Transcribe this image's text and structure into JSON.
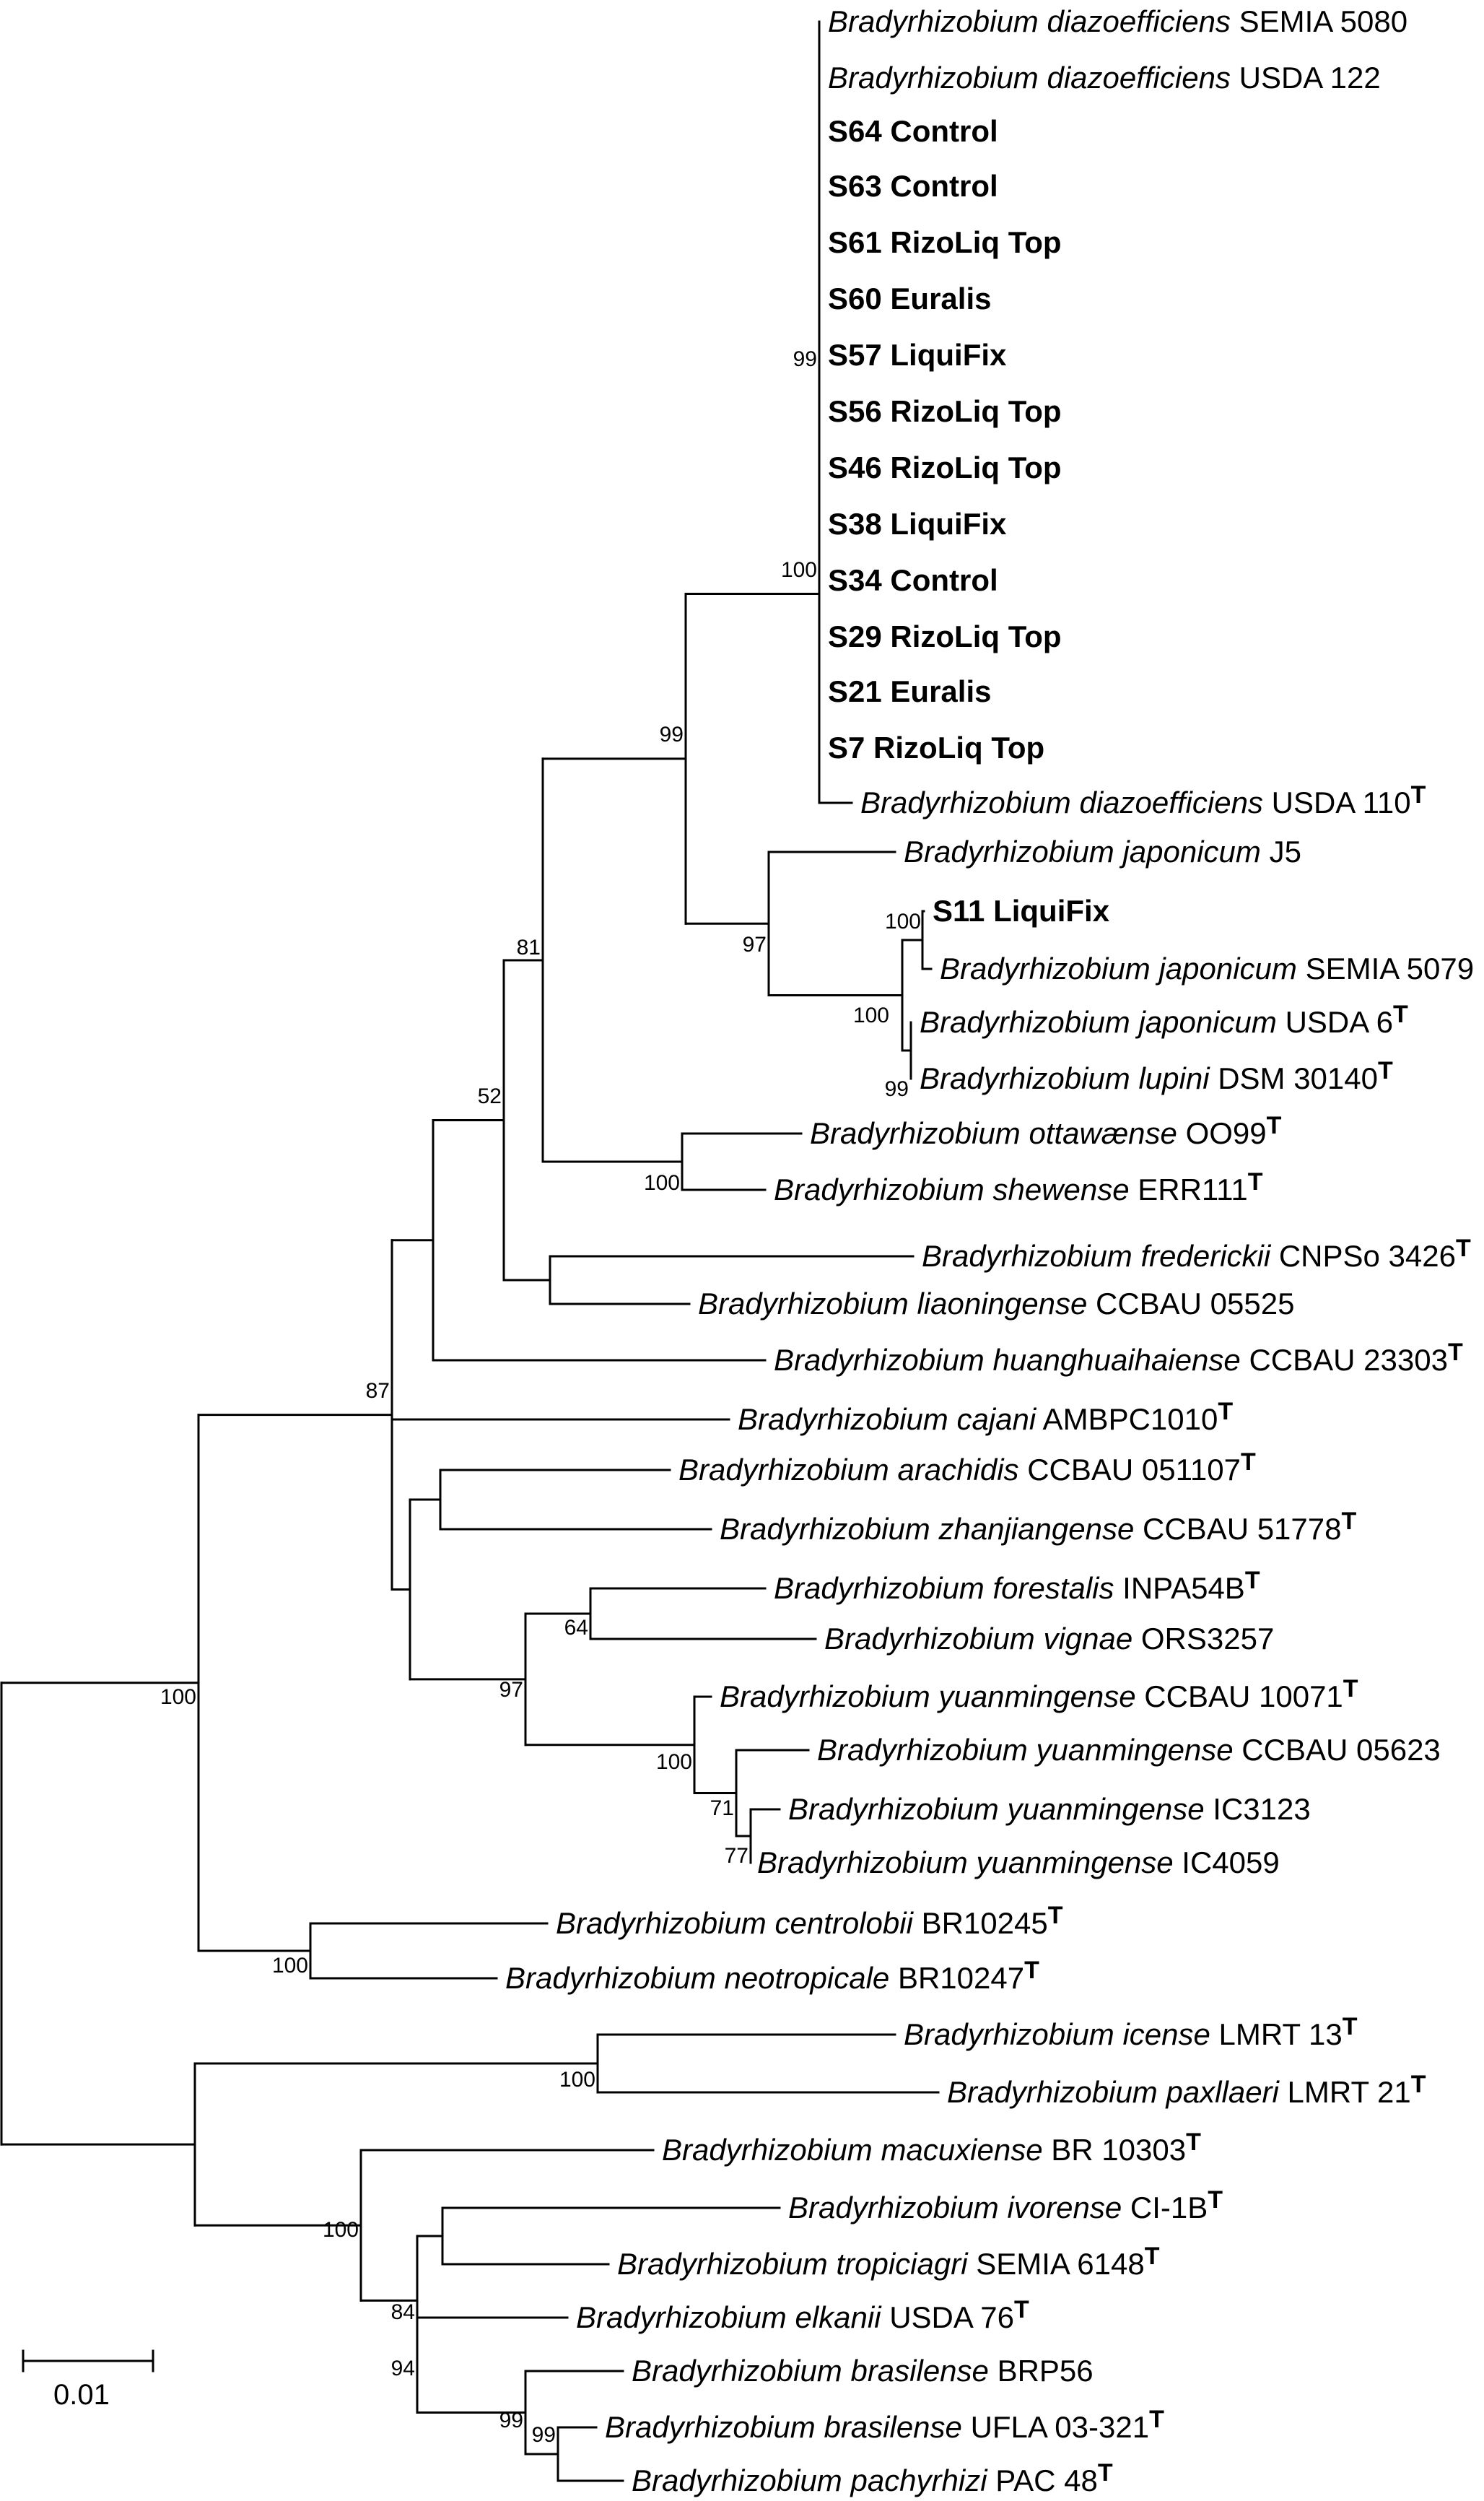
{
  "colors": {
    "line": "#000000",
    "background": "#ffffff"
  },
  "taxa": [
    {
      "id": "t1",
      "genus": "Bradyrhizobium",
      "species": "diazoefficiens",
      "strain": "SEMIA 5080"
    },
    {
      "id": "t2",
      "genus": "Bradyrhizobium",
      "species": "diazoefficiens",
      "strain": "USDA 122"
    },
    {
      "id": "t3",
      "label": "S64 Control",
      "bold": true
    },
    {
      "id": "t4",
      "label": "S63 Control",
      "bold": true
    },
    {
      "id": "t5",
      "label": "S61 RizoLiq Top",
      "bold": true
    },
    {
      "id": "t6",
      "label": "S60 Euralis",
      "bold": true
    },
    {
      "id": "t7",
      "label": "S57 LiquiFix",
      "bold": true
    },
    {
      "id": "t8",
      "label": "S56 RizoLiq Top",
      "bold": true
    },
    {
      "id": "t9",
      "label": "S46 RizoLiq Top",
      "bold": true
    },
    {
      "id": "t10",
      "label": "S38 LiquiFix",
      "bold": true
    },
    {
      "id": "t11",
      "label": "S34 Control",
      "bold": true
    },
    {
      "id": "t12",
      "label": "S29 RizoLiq Top",
      "bold": true
    },
    {
      "id": "t13",
      "label": "S21 Euralis",
      "bold": true
    },
    {
      "id": "t14",
      "label": "S7 RizoLiq Top",
      "bold": true
    },
    {
      "id": "t15",
      "genus": "Bradyrhizobium",
      "species": "diazoefficiens",
      "strain": "USDA 110",
      "type_strain": "T"
    },
    {
      "id": "t16",
      "genus": "Bradyrhizobium",
      "species": "japonicum",
      "strain": "J5"
    },
    {
      "id": "t17",
      "label": "S11 LiquiFix",
      "bold": true
    },
    {
      "id": "t18",
      "genus": "Bradyrhizobium",
      "species": "japonicum",
      "strain": "SEMIA 5079"
    },
    {
      "id": "t19",
      "genus": "Bradyrhizobium",
      "species": "japonicum",
      "strain": "USDA 6",
      "type_strain": "T"
    },
    {
      "id": "t20",
      "genus": "Bradyrhizobium",
      "species": "lupini",
      "strain": "DSM 30140",
      "type_strain": "T"
    },
    {
      "id": "t21",
      "genus": "Bradyrhizobium",
      "species": "ottawænse",
      "strain": "OO99",
      "type_strain": "T"
    },
    {
      "id": "t22",
      "genus": "Bradyrhizobium",
      "species": "shewense",
      "strain": "ERR111",
      "type_strain": "T"
    },
    {
      "id": "t23",
      "genus": "Bradyrhizobium",
      "species": "frederickii",
      "strain": "CNPSo 3426",
      "type_strain": "T"
    },
    {
      "id": "t24",
      "genus": "Bradyrhizobium",
      "species": "liaoningense",
      "strain": "CCBAU 05525"
    },
    {
      "id": "t25",
      "genus": "Bradyrhizobium",
      "species": "huanghuaihaiense",
      "strain": "CCBAU 23303",
      "type_strain": "T"
    },
    {
      "id": "t26",
      "genus": "Bradyrhizobium",
      "species": "cajani",
      "strain": "AMBPC1010",
      "type_strain": "T"
    },
    {
      "id": "t27",
      "genus": "Bradyrhizobium",
      "species": "arachidis",
      "strain": "CCBAU 051107",
      "type_strain": "T"
    },
    {
      "id": "t28",
      "genus": "Bradyrhizobium",
      "species": "zhanjiangense",
      "strain": "CCBAU 51778",
      "type_strain": "T"
    },
    {
      "id": "t29",
      "genus": "Bradyrhizobium",
      "species": "forestalis",
      "strain": "INPA54B",
      "type_strain": "T"
    },
    {
      "id": "t30",
      "genus": "Bradyrhizobium",
      "species": "vignae",
      "strain": "ORS3257"
    },
    {
      "id": "t31",
      "genus": "Bradyrhizobium",
      "species": "yuanmingense",
      "strain": "CCBAU 10071",
      "type_strain": "T"
    },
    {
      "id": "t32",
      "genus": "Bradyrhizobium",
      "species": "yuanmingense",
      "strain": "CCBAU 05623"
    },
    {
      "id": "t33",
      "genus": "Bradyrhizobium",
      "species": "yuanmingense",
      "strain": "IC3123"
    },
    {
      "id": "t34",
      "genus": "Bradyrhizobium",
      "species": "yuanmingense",
      "strain": "IC4059"
    },
    {
      "id": "t35",
      "genus": "Bradyrhizobium",
      "species": "centrolobii",
      "strain": "BR10245",
      "type_strain": "T"
    },
    {
      "id": "t36",
      "genus": "Bradyrhizobium",
      "species": "neotropicale",
      "strain": "BR10247",
      "type_strain": "T"
    },
    {
      "id": "t37",
      "genus": "Bradyrhizobium",
      "species": "icense",
      "strain": "LMRT 13",
      "type_strain": "T"
    },
    {
      "id": "t38",
      "genus": "Bradyrhizobium",
      "species": "paxllaeri",
      "strain": "LMRT 21",
      "type_strain": "T"
    },
    {
      "id": "t39",
      "genus": "Bradyrhizobium",
      "species": "macuxiense",
      "strain": "BR 10303",
      "type_strain": "T"
    },
    {
      "id": "t40",
      "genus": "Bradyrhizobium",
      "species": "ivorense",
      "strain": "CI-1B",
      "type_strain": "T"
    },
    {
      "id": "t41",
      "genus": "Bradyrhizobium",
      "species": "tropiciagri",
      "strain": "SEMIA 6148",
      "type_strain": "T"
    },
    {
      "id": "t42",
      "genus": "Bradyrhizobium",
      "species": "elkanii",
      "strain": "USDA 76",
      "type_strain": "T"
    },
    {
      "id": "t43",
      "genus": "Bradyrhizobium",
      "species": "brasilense",
      "strain": "BRP56"
    },
    {
      "id": "t44",
      "genus": "Bradyrhizobium",
      "species": "brasilense",
      "strain": "UFLA 03-321",
      "type_strain": "T"
    },
    {
      "id": "t45",
      "genus": "Bradyrhizobium",
      "species": "pachyrhizi",
      "strain": "PAC 48",
      "type_strain": "T"
    }
  ],
  "support_values": [
    {
      "node": "n1",
      "value": "99"
    },
    {
      "node": "n2",
      "value": "100"
    },
    {
      "node": "n3",
      "value": "100"
    },
    {
      "node": "n4",
      "value": "99"
    },
    {
      "node": "n5",
      "value": "100"
    },
    {
      "node": "n6",
      "value": "97"
    },
    {
      "node": "n7",
      "value": "99"
    },
    {
      "node": "n8",
      "value": "100"
    },
    {
      "node": "n9",
      "value": "81"
    },
    {
      "node": "n11",
      "value": "52"
    },
    {
      "node": "n14",
      "value": "64"
    },
    {
      "node": "n15",
      "value": "77"
    },
    {
      "node": "n16",
      "value": "71"
    },
    {
      "node": "n17",
      "value": "100"
    },
    {
      "node": "n18",
      "value": "97"
    },
    {
      "node": "n20",
      "value": "87"
    },
    {
      "node": "n21",
      "value": "100"
    },
    {
      "node": "n22",
      "value": "100"
    },
    {
      "node": "n23",
      "value": "100"
    },
    {
      "node": "n25",
      "value": "99"
    },
    {
      "node": "n26",
      "value": "99"
    },
    {
      "node": "n27",
      "value": "94"
    },
    {
      "node": "n28",
      "value": "84"
    },
    {
      "node": "n29",
      "value": "100"
    }
  ],
  "scale_bar": {
    "label": "0.01"
  }
}
